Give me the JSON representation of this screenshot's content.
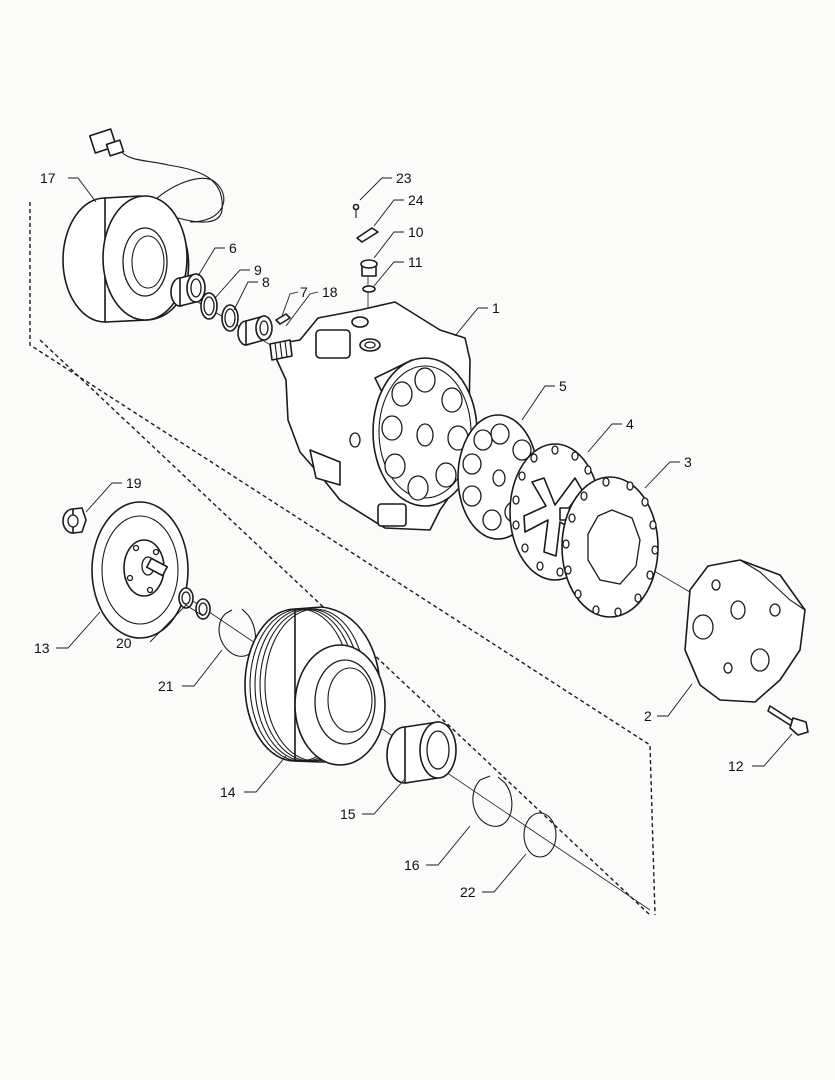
{
  "callouts": [
    {
      "id": "c17",
      "text": "17"
    },
    {
      "id": "c23",
      "text": "23"
    },
    {
      "id": "c24",
      "text": "24"
    },
    {
      "id": "c10",
      "text": "10"
    },
    {
      "id": "c11",
      "text": "11"
    },
    {
      "id": "c6",
      "text": "6"
    },
    {
      "id": "c9",
      "text": "9"
    },
    {
      "id": "c8",
      "text": "8"
    },
    {
      "id": "c7",
      "text": "7"
    },
    {
      "id": "c18",
      "text": "18"
    },
    {
      "id": "c1",
      "text": "1"
    },
    {
      "id": "c5",
      "text": "5"
    },
    {
      "id": "c4",
      "text": "4"
    },
    {
      "id": "c3",
      "text": "3"
    },
    {
      "id": "c19",
      "text": "19"
    },
    {
      "id": "c13",
      "text": "13"
    },
    {
      "id": "c20",
      "text": "20"
    },
    {
      "id": "c21",
      "text": "21"
    },
    {
      "id": "c2",
      "text": "2"
    },
    {
      "id": "c12",
      "text": "12"
    },
    {
      "id": "c14",
      "text": "14"
    },
    {
      "id": "c15",
      "text": "15"
    },
    {
      "id": "c16",
      "text": "16"
    },
    {
      "id": "c22",
      "text": "22"
    }
  ]
}
